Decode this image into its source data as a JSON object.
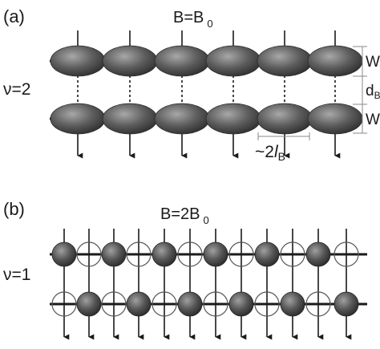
{
  "panel_a": {
    "label": "(a)",
    "field_base": "B=B",
    "field_sub": "0",
    "filling": "ν=2",
    "width_label": "W",
    "spacing_base": "d",
    "spacing_sub": "B",
    "length_prefix": "~2",
    "length_symbol": "l",
    "length_sub": "B"
  },
  "panel_b": {
    "label": "(b)",
    "field_base": "B=2B",
    "field_sub": "0",
    "filling": "ν=1",
    "top_row": [
      "filled",
      "empty",
      "filled",
      "empty",
      "filled",
      "empty",
      "filled",
      "empty",
      "filled",
      "empty",
      "filled",
      "empty"
    ],
    "bottom_row": [
      "empty",
      "filled",
      "empty",
      "filled",
      "empty",
      "filled",
      "empty",
      "filled",
      "empty",
      "filled",
      "empty",
      "filled"
    ]
  },
  "colors": {
    "ink": "#1a1a1a",
    "filled_dark": "#3a3a3a",
    "filled_light": "#9a9a9a",
    "empty_stroke": "#555555"
  }
}
